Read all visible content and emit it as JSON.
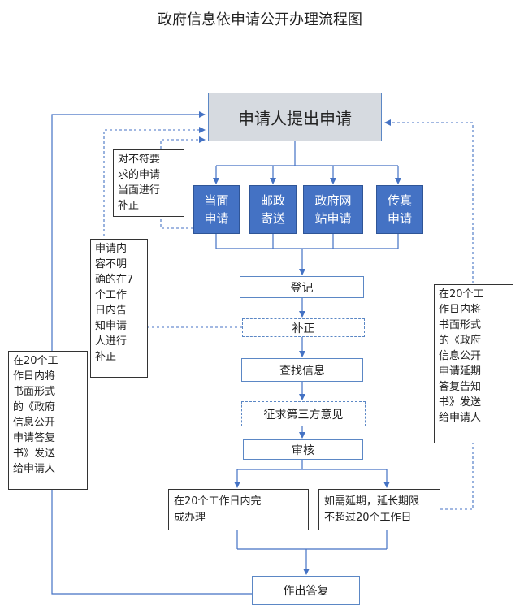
{
  "title": "政府信息依申请公开办理流程图",
  "nodes": {
    "start": "申请人提出申请",
    "channels": [
      "当面\n申请",
      "邮政\n寄送",
      "政府网\n站申请",
      "传真\n申请"
    ],
    "register": "登记",
    "supplement": "补正",
    "search": "查找信息",
    "third_party": "征求第三方意见",
    "review": "审核",
    "done_20": "在20个工作日内完\n成办理",
    "extend": "如需延期，延长期限\n不超过20个工作日",
    "reply": "作出答复"
  },
  "notes": {
    "face_correction": "对不符要\n求的申请\n当面进行\n补正",
    "unclear_content": "申请内\n容不明\n确的在7\n个工作\n日内告\n知申请\n人进行\n补正",
    "reply_notice": "在20个工\n作日内将\n书面形式\n的《政府\n信息公开\n申请答复\n书》发送\n给申请人",
    "extension_notice": "在20个工\n作日内将\n书面形式\n的《政府\n信息公开\n申请延期\n答复告知\n书》发送\n给申请人"
  },
  "colors": {
    "line": "#4472c4",
    "box_border": "#5b87c5",
    "channel_fill": "#4472c4",
    "start_fill": "#d6dae0"
  }
}
